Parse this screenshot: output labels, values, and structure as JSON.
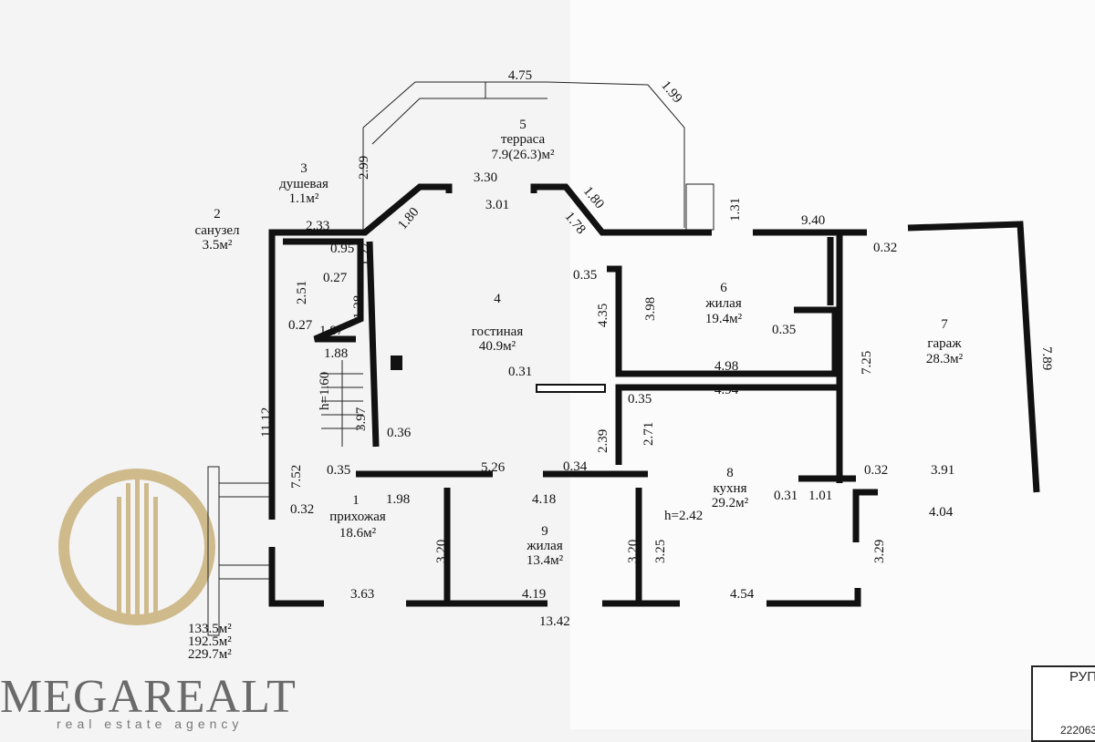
{
  "rooms": [
    {
      "num": "1",
      "name": "прихожая",
      "area": "18.6м²"
    },
    {
      "num": "2",
      "name": "санузел",
      "area": "3.5м²"
    },
    {
      "num": "3",
      "name": "душевая",
      "area": "1.1м²"
    },
    {
      "num": "4",
      "name": "гостиная",
      "area": "40.9м²"
    },
    {
      "num": "5",
      "name": "терраса",
      "area": "7.9(26.3)м²"
    },
    {
      "num": "6",
      "name": "жилая",
      "area": "19.4м²"
    },
    {
      "num": "7",
      "name": "гараж",
      "area": "28.3м²"
    },
    {
      "num": "8",
      "name": "кухня",
      "area": "29.2м²"
    },
    {
      "num": "9",
      "name": "жилая",
      "area": "13.4м²"
    }
  ],
  "dims": [
    "4.75",
    "1.99",
    "3.30",
    "3.01",
    "1.80",
    "1.78",
    "1.80",
    "2.99",
    "2.33",
    "0.95",
    "1.27",
    "0.27",
    "2.51",
    "1.28",
    "0.27",
    "1.87",
    "1.88",
    "h=1.60",
    "3.97",
    "0.36",
    "11.12",
    "7.52",
    "0.35",
    "1.98",
    "0.32",
    "5.26",
    "4.18",
    "0.34",
    "0.31",
    "2.39",
    "2.71",
    "0.35",
    "4.35",
    "3.98",
    "0.35",
    "4.98",
    "4.94",
    "0.35",
    "9.40",
    "0.32",
    "7.25",
    "7.89",
    "1.31",
    "0.32",
    "3.91",
    "4.04",
    "0.31",
    "1.01",
    "3.29",
    "h=2.42",
    "3.20",
    "3.20",
    "3.25",
    "3.63",
    "4.19",
    "4.54",
    "13.42"
  ],
  "totals": [
    "133.5м²",
    "192.5м²",
    "229.7м²"
  ],
  "logo": {
    "name": "MEGAREALT",
    "tagline": "real estate agency",
    "color": "#c9b07a"
  },
  "stamp": {
    "title": "РУП",
    "number": "222063"
  }
}
